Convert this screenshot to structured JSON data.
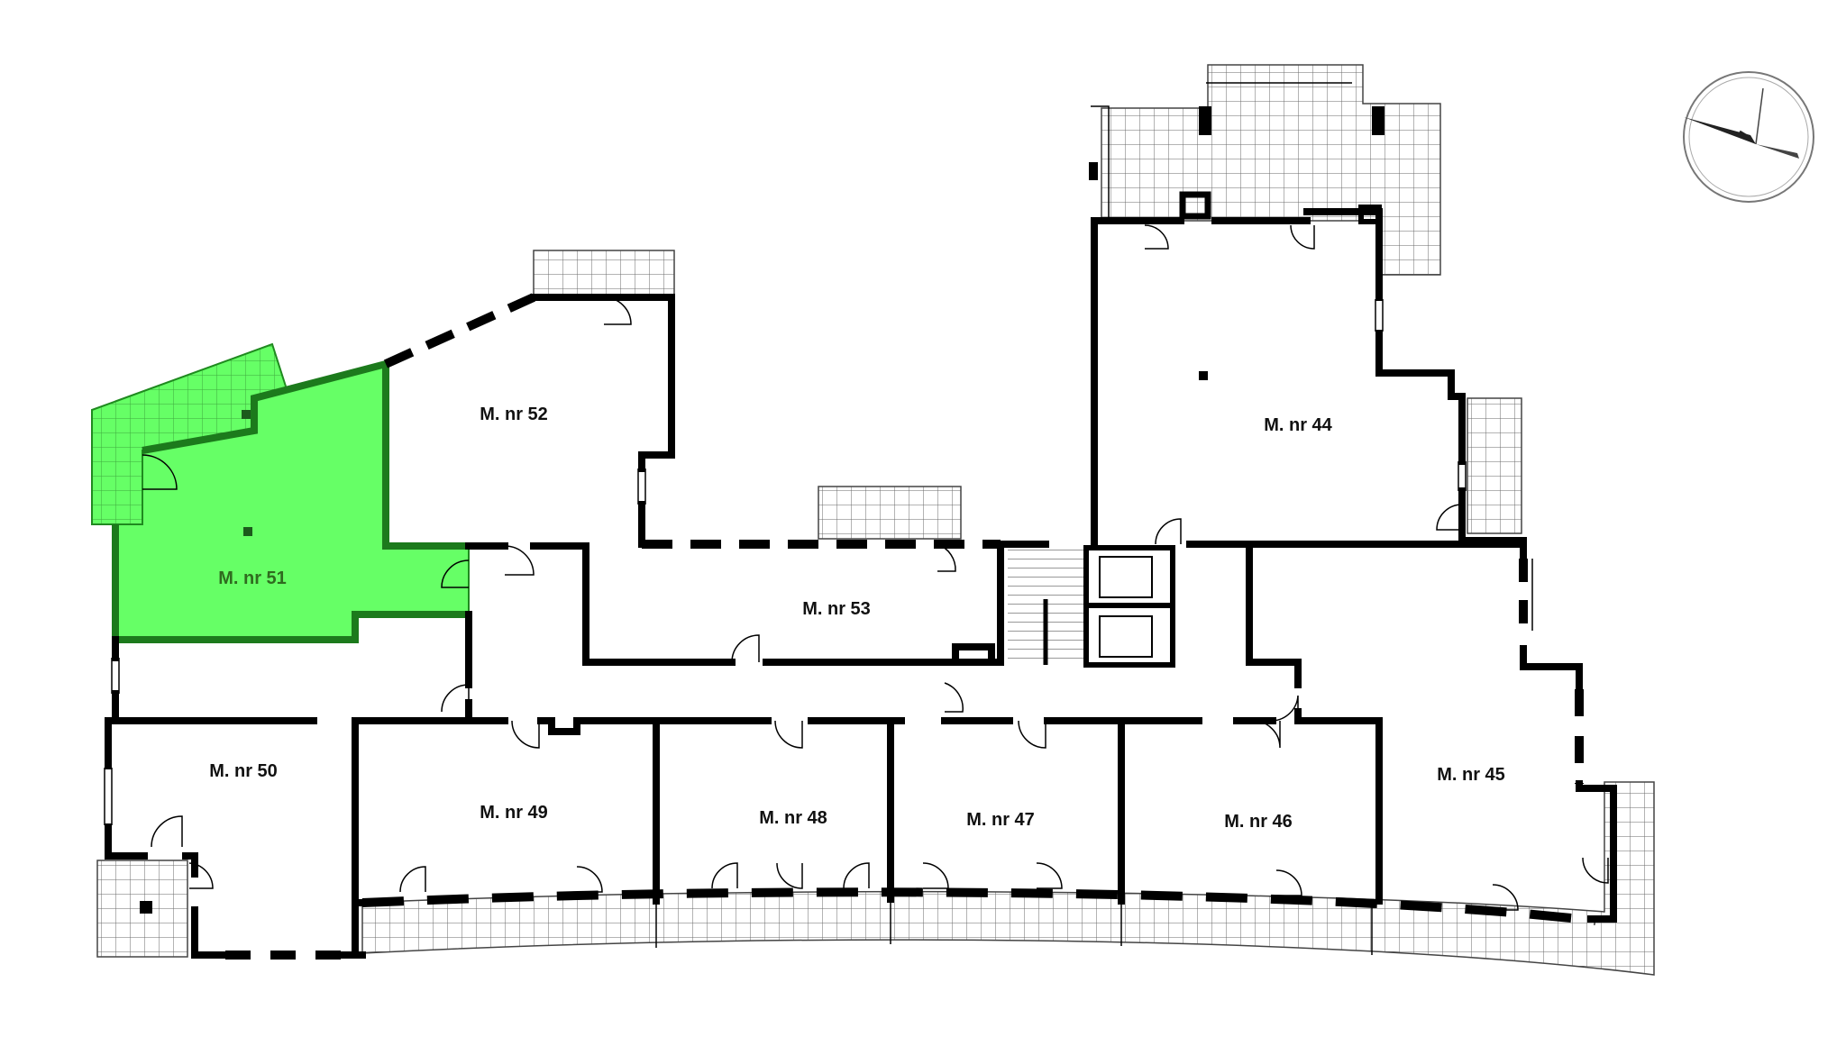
{
  "units": [
    {
      "id": "44",
      "label": "M. nr 44",
      "selected": false
    },
    {
      "id": "45",
      "label": "M. nr 45",
      "selected": false
    },
    {
      "id": "46",
      "label": "M. nr 46",
      "selected": false
    },
    {
      "id": "47",
      "label": "M. nr 47",
      "selected": false
    },
    {
      "id": "48",
      "label": "M. nr 48",
      "selected": false
    },
    {
      "id": "49",
      "label": "M. nr 49",
      "selected": false
    },
    {
      "id": "50",
      "label": "M. nr 50",
      "selected": false
    },
    {
      "id": "51",
      "label": "M. nr 51",
      "selected": true
    },
    {
      "id": "52",
      "label": "M. nr 52",
      "selected": false
    },
    {
      "id": "53",
      "label": "M. nr 53",
      "selected": false
    }
  ],
  "colors": {
    "selected_fill": "#66ff66",
    "selected_stroke": "#1f8a1f",
    "wall": "#000000",
    "tile_grid": "#6a6a6a",
    "background": "#ffffff"
  },
  "icons": [
    "compass-icon"
  ]
}
